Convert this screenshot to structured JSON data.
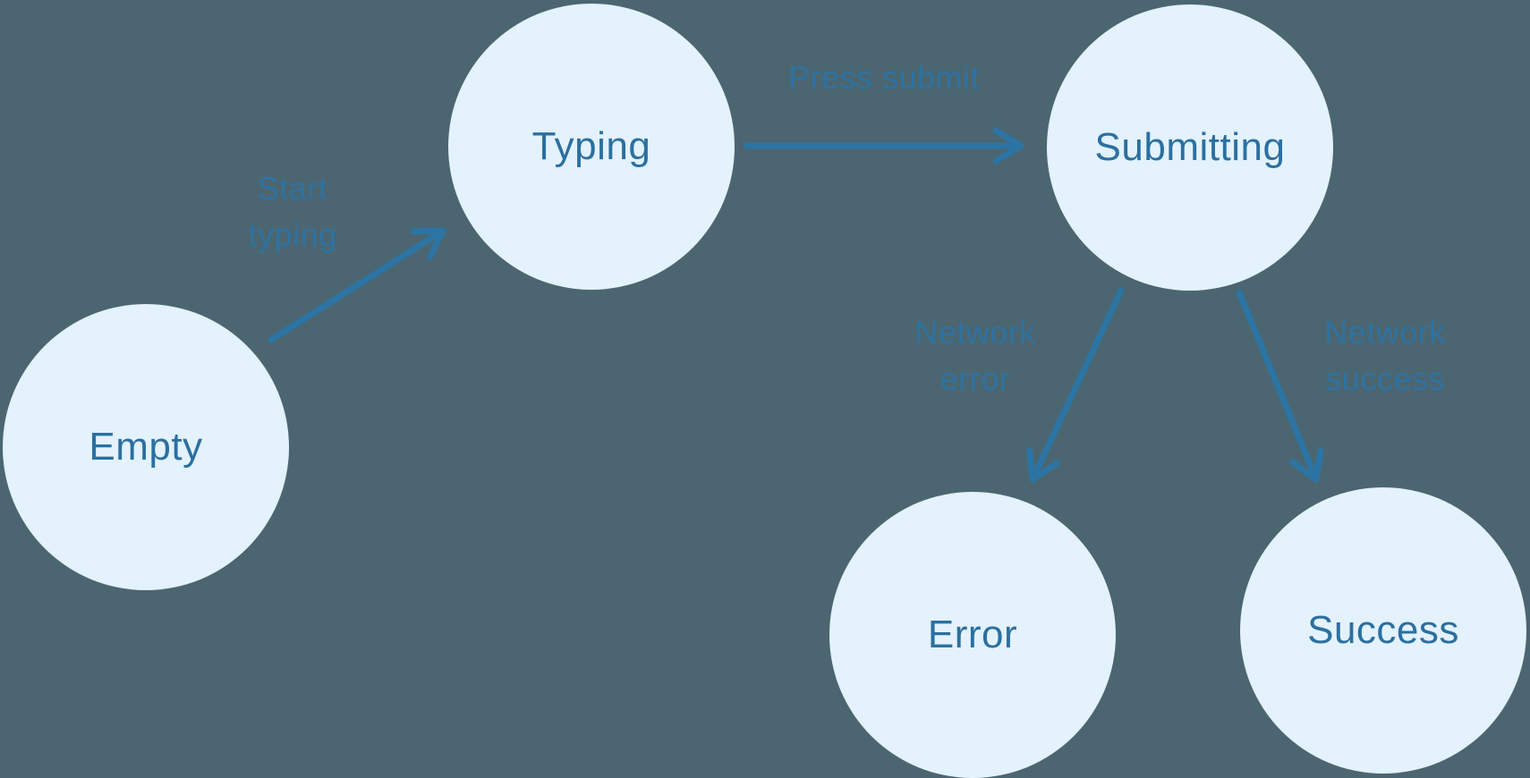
{
  "diagram": {
    "type": "state-machine",
    "colors": {
      "background": "#4b6670",
      "node_fill": "#e3f2fd",
      "node_text": "#2b70a0",
      "edge_text": "#2e72a2",
      "arrow": "#2b74a4"
    },
    "states": [
      {
        "id": "empty",
        "label": "Empty"
      },
      {
        "id": "typing",
        "label": "Typing"
      },
      {
        "id": "submitting",
        "label": "Submitting"
      },
      {
        "id": "error",
        "label": "Error"
      },
      {
        "id": "success",
        "label": "Success"
      }
    ],
    "transitions": [
      {
        "from": "empty",
        "to": "typing",
        "label": "Start\ntyping"
      },
      {
        "from": "typing",
        "to": "submitting",
        "label": "Press submit"
      },
      {
        "from": "submitting",
        "to": "error",
        "label": "Network\nerror"
      },
      {
        "from": "submitting",
        "to": "success",
        "label": "Network\nsuccess"
      }
    ]
  }
}
